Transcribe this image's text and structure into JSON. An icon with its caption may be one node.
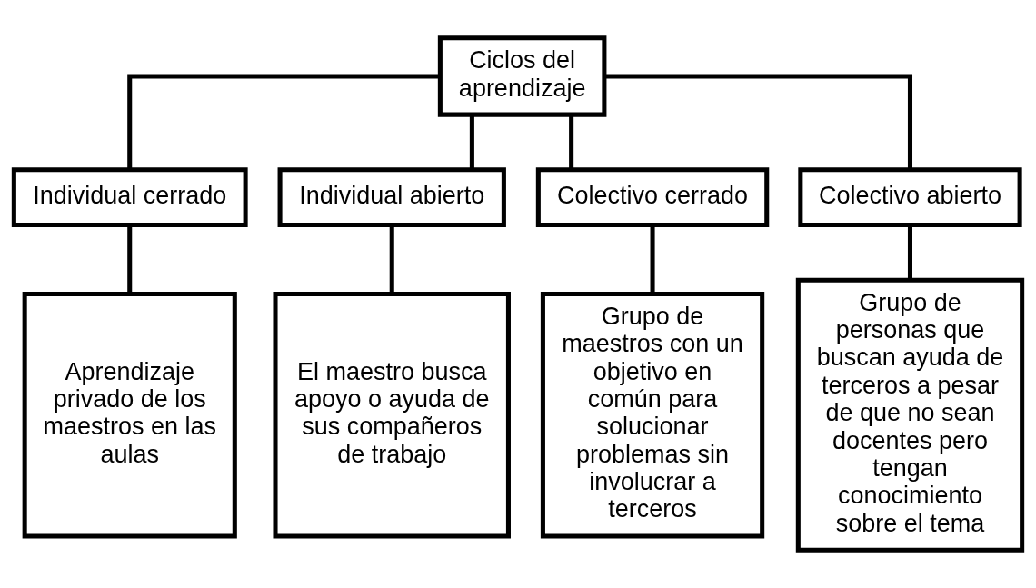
{
  "diagram": {
    "nodes": [
      {
        "text": [
          "Ciclos del aprendizaje"
        ]
      },
      {
        "text": [
          "Individual cerrado"
        ]
      },
      {
        "text": [
          "Individual abierto"
        ]
      },
      {
        "text": [
          "Colectivo cerrado"
        ]
      },
      {
        "text": [
          "Colectivo abierto"
        ]
      },
      {
        "text": [
          "Aprendizaje privado de los maestros en las aulas"
        ]
      },
      {
        "text": [
          "El maestro busca apoyo o ayuda de sus compañeros de trabajo"
        ]
      },
      {
        "text": [
          "Grupo de maestros con un objetivo en común para solucionar problemas sin involucrar a terceros"
        ]
      },
      {
        "text": [
          "Grupo de personas que buscan ayuda de terceros a pesar de que no sean docentes pero tengan conocimiento sobre el tema"
        ]
      }
    ],
    "edges": [
      {
        "from": 0,
        "to": 1,
        "arrow": "none"
      },
      {
        "from": 0,
        "to": 2,
        "arrow": "none"
      },
      {
        "from": 0,
        "to": 3,
        "arrow": "none"
      },
      {
        "from": 0,
        "to": 4,
        "arrow": "none"
      },
      {
        "from": 1,
        "to": 5,
        "arrow": "none"
      },
      {
        "from": 2,
        "to": 6,
        "arrow": "none"
      },
      {
        "from": 3,
        "to": 7,
        "arrow": "none"
      },
      {
        "from": 4,
        "to": 8,
        "arrow": "none"
      }
    ]
  }
}
